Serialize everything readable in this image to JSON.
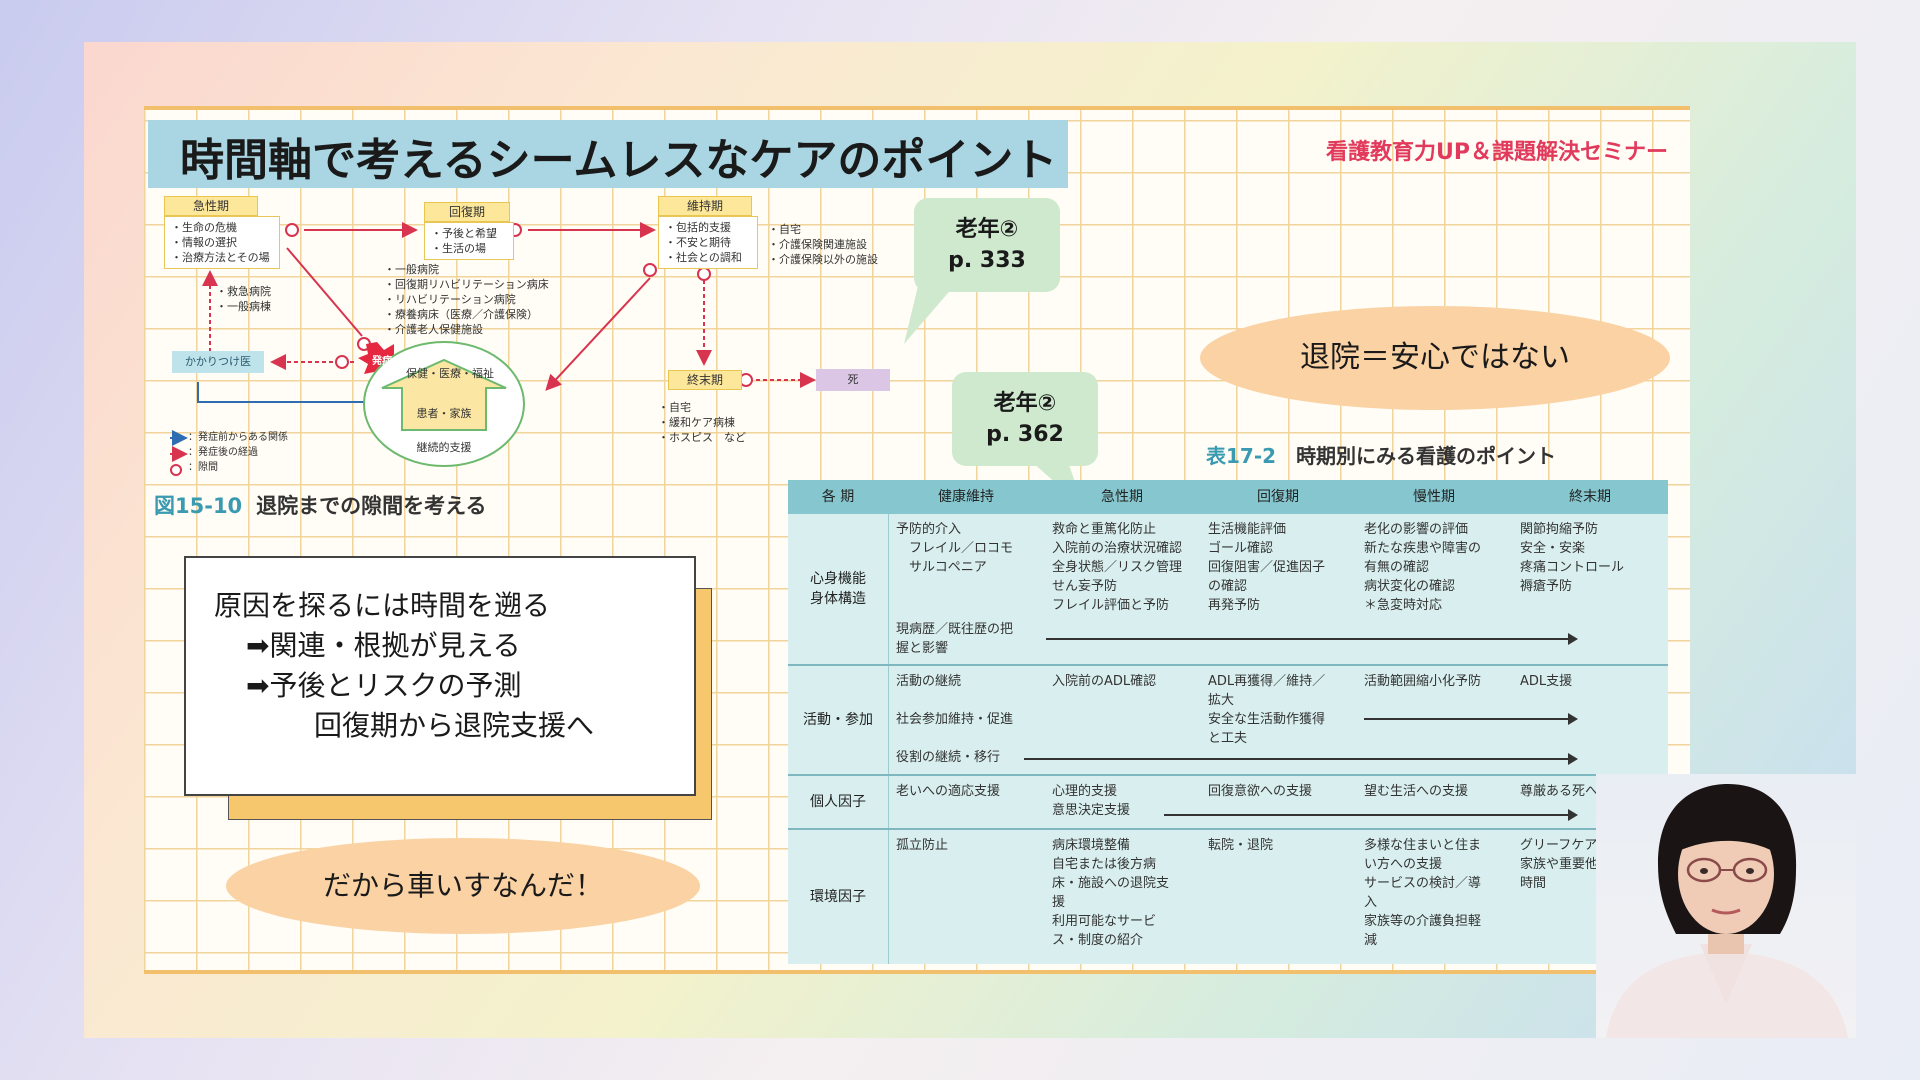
{
  "slide": {
    "title": "時間軸で考えるシームレスなケアのポイント",
    "seminar": "看護教育力UP＆課題解決セミナー",
    "figure": {
      "num": "図15-10",
      "caption": "退院までの隙間を考える",
      "phases": {
        "acute": {
          "label": "急性期",
          "items": [
            "・生命の危機",
            "・情報の選択",
            "・治療方法とその場"
          ]
        },
        "recovery": {
          "label": "回復期",
          "items": [
            "・予後と希望",
            "・生活の場"
          ]
        },
        "maintenance": {
          "label": "維持期",
          "items": [
            "・包括的支援",
            "・不安と期待",
            "・社会との調和"
          ]
        },
        "terminal": {
          "label": "終末期",
          "items": [
            "・自宅",
            "・緩和ケア病棟",
            "・ホスピス　など"
          ]
        }
      },
      "acute_side": [
        "・救急病院",
        "・一般病棟"
      ],
      "maintenance_side": [
        "・自宅",
        "・介護保険関連施設",
        "・介護保険以外の施設"
      ],
      "facilities": [
        "・一般病院",
        "・回復期リハビリテーション病床",
        "・リハビリテーション病院",
        "・療養病床（医療／介護保険）",
        "・介護老人保健施設"
      ],
      "family_doctor": "かかりつけ医",
      "onset": "発症",
      "death": "死",
      "circle_top": "保健・医療・福祉",
      "circle_house": "患者・家族",
      "circle_bottom": "継続的支援",
      "legend": [
        "：発症前からある関係",
        "：発症後の経過",
        "：隙間"
      ]
    },
    "bubble1": {
      "line1": "老年②",
      "line2": "p. 333"
    },
    "bubble2": {
      "line1": "老年②",
      "line2": "p. 362"
    },
    "callout": "退院＝安心ではない",
    "textbox": [
      "原因を探るには時間を遡る",
      "➡関連・根拠が見える",
      "➡予後とリスクの予測",
      "回復期から退院支援へ"
    ],
    "bottom_callout": "だから車いすなんだ！",
    "table": {
      "num": "表17-2",
      "caption": "時期別にみる看護のポイント",
      "headers": [
        "各 期",
        "健康維持",
        "急性期",
        "回復期",
        "慢性期",
        "終末期"
      ],
      "rows": [
        {
          "head": [
            "心身機能",
            "身体構造"
          ],
          "cells": [
            [
              "予防的介入",
              "　フレイル／ロコモ",
              "　サルコペニア"
            ],
            [
              "救命と重篤化防止",
              "入院前の治療状況確認",
              "全身状態／リスク管理",
              "せん妄予防",
              "フレイル評価と予防"
            ],
            [
              "生活機能評価",
              "ゴール確認",
              "回復阻害／促進因子",
              "の確認",
              "再発予防"
            ],
            [
              "老化の影響の評価",
              "新たな疾患や障害の",
              "有無の確認",
              "病状変化の確認",
              "＊急変時対応"
            ],
            [
              "関節拘縮予防",
              "安全・安楽",
              "疼痛コントロール",
              "褥瘡予防"
            ]
          ],
          "extra": [
            "現病歴／既往歴の把",
            "握と影響"
          ]
        },
        {
          "head": [
            "活動・参加"
          ],
          "cells": [
            [
              "活動の継続",
              "",
              "社会参加維持・促進"
            ],
            [
              "入院前のADL確認"
            ],
            [
              "ADL再獲得／維持／",
              "拡大",
              "安全な生活動作獲得",
              "と工夫"
            ],
            [
              "活動範囲縮小化予防"
            ],
            [
              "ADL支援"
            ]
          ],
          "extra": [
            "役割の継続・移行"
          ]
        },
        {
          "head": [
            "個人因子"
          ],
          "cells": [
            [
              "老いへの適応支援"
            ],
            [
              "心理的支援",
              "意思決定支援"
            ],
            [
              "回復意欲への支援"
            ],
            [
              "望む生活への支援"
            ],
            [
              "尊厳ある死への援助"
            ]
          ]
        },
        {
          "head": [
            "環境因子"
          ],
          "cells": [
            [
              "孤立防止"
            ],
            [
              "病床環境整備",
              "自宅または後方病",
              "床・施設への退院支",
              "援",
              "利用可能なサービ",
              "ス・制度の紹介"
            ],
            [
              "転院・退院"
            ],
            [
              "多様な住まいと住ま",
              "い方への支援",
              "サービスの検討／導",
              "入",
              "家族等の介護負担軽",
              "減"
            ],
            [
              "グリーフケア",
              "家族や重要他者と",
              "時間"
            ]
          ]
        }
      ]
    }
  },
  "colors": {
    "accent": "#e23a5c",
    "teal": "#3a9ab1",
    "grid": "#f0d49c",
    "callout": "#fbd2a4",
    "bubble": "#cfe9cf"
  }
}
